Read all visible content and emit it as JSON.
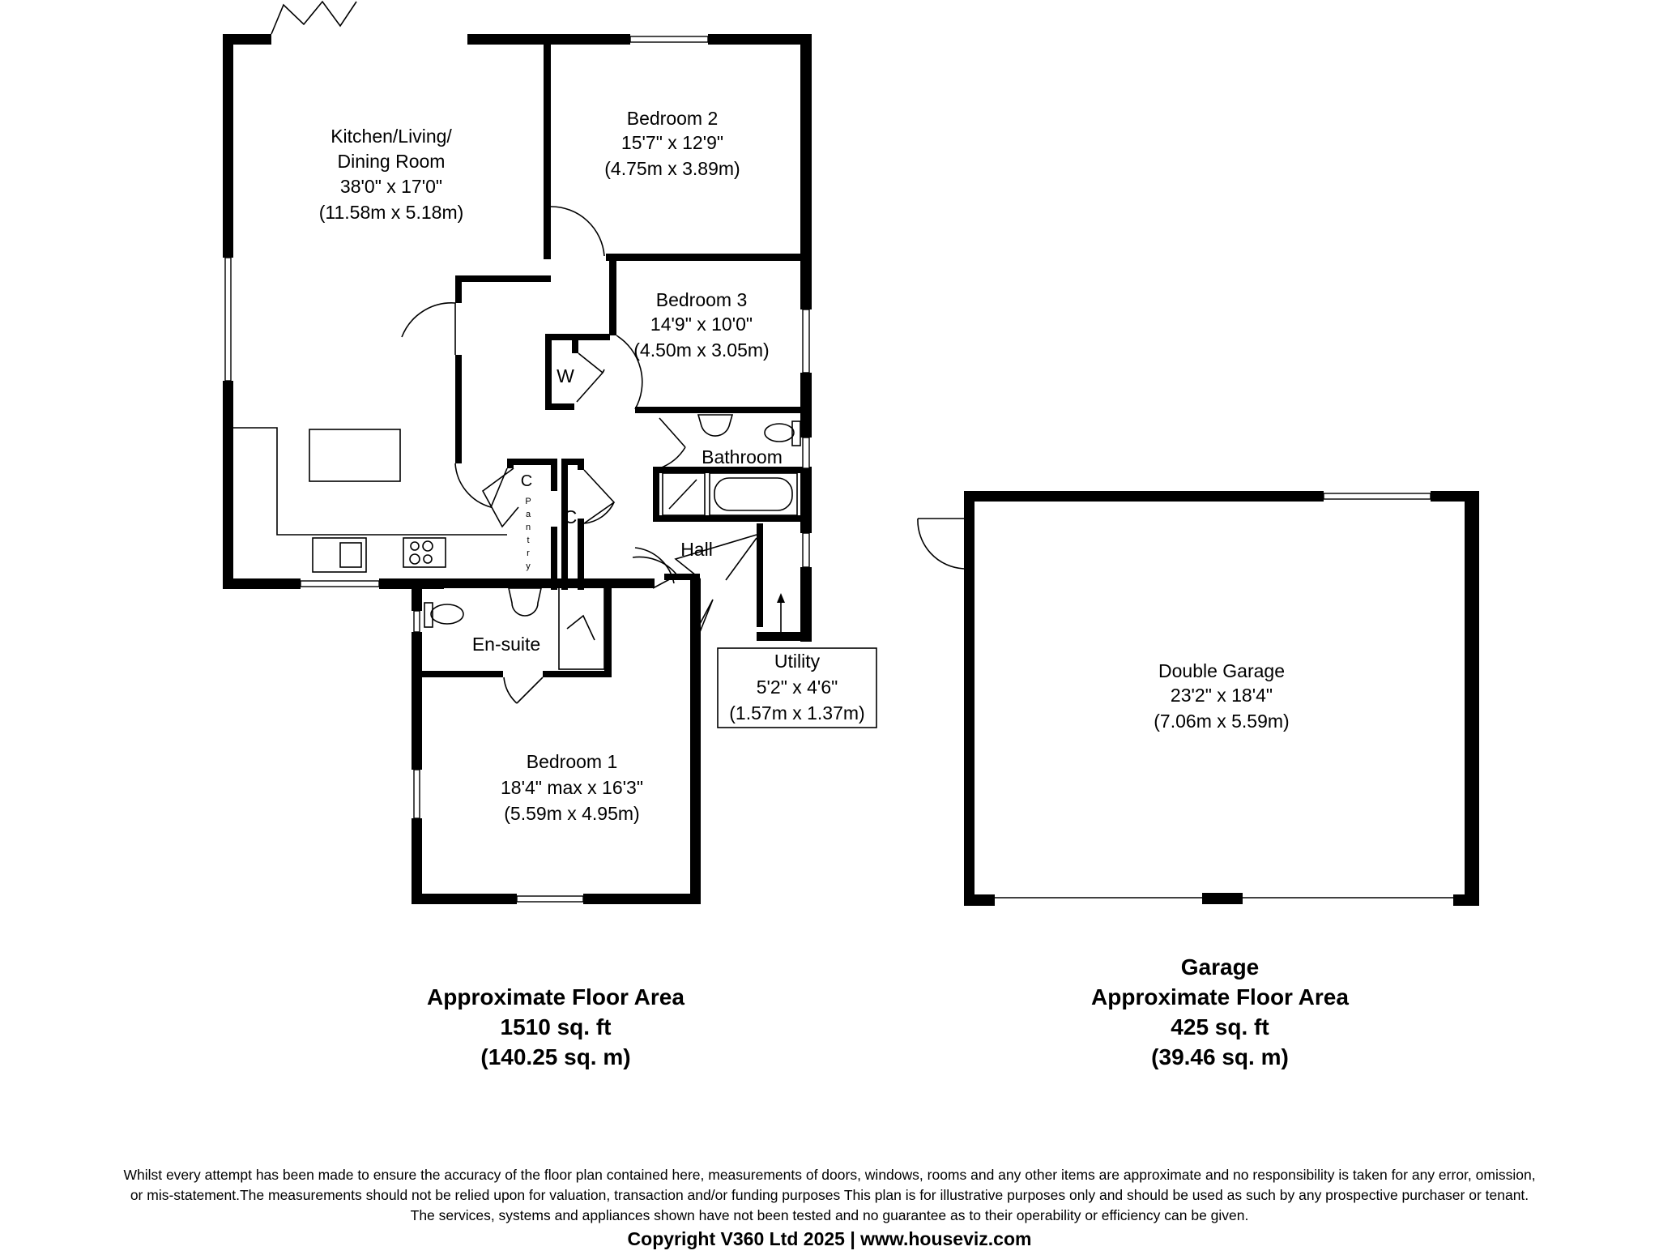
{
  "rooms": {
    "kitchen": {
      "name_line1": "Kitchen/Living/",
      "name_line2": "Dining Room",
      "imperial": "38'0\" x 17'0\"",
      "metric": "(11.58m x 5.18m)"
    },
    "bedroom2": {
      "name": "Bedroom 2",
      "imperial": "15'7\" x 12'9\"",
      "metric": "(4.75m x 3.89m)"
    },
    "bedroom3": {
      "name": "Bedroom 3",
      "imperial": "14'9\" x 10'0\"",
      "metric": "(4.50m x 3.05m)"
    },
    "bathroom": {
      "name": "Bathroom"
    },
    "hall": {
      "name": "Hall"
    },
    "ensuite": {
      "name": "En-suite"
    },
    "bedroom1": {
      "name": "Bedroom 1",
      "imperial": "18'4\" max x 16'3\"",
      "metric": "(5.59m x 4.95m)"
    },
    "utility": {
      "name": "Utility",
      "imperial": "5'2\" x 4'6\"",
      "metric": "(1.57m x 1.37m)"
    },
    "garage": {
      "name": "Double Garage",
      "imperial": "23'2\" x 18'4\"",
      "metric": "(7.06m x 5.59m)"
    }
  },
  "labels": {
    "wardrobe": "W",
    "cupboard": "C",
    "pantry_c": "C",
    "pantry": [
      "P",
      "a",
      "n",
      "t",
      "r",
      "y"
    ]
  },
  "house_area": {
    "line1": "Approximate Floor Area",
    "line2": "1510 sq. ft",
    "line3": "(140.25 sq. m)"
  },
  "garage_area": {
    "line1": "Garage",
    "line2": "Approximate Floor Area",
    "line3": "425 sq. ft",
    "line4": "(39.46 sq. m)"
  },
  "disclaimer": {
    "line1": "Whilst every attempt has been made to ensure the accuracy of the floor plan contained here, measurements of doors, windows, rooms and any other items are approximate and no responsibility is taken for any error, omission,",
    "line2": "or mis-statement.The measurements should not be relied upon for valuation, transaction and/or funding purposes This plan is for illustrative purposes only and should be used as such by any prospective purchaser or tenant.",
    "line3": "The services, systems and appliances shown have not been tested and no guarantee as to their operability or efficiency can be given."
  },
  "copyright": "Copyright V360 Ltd 2025 | www.houseviz.com"
}
